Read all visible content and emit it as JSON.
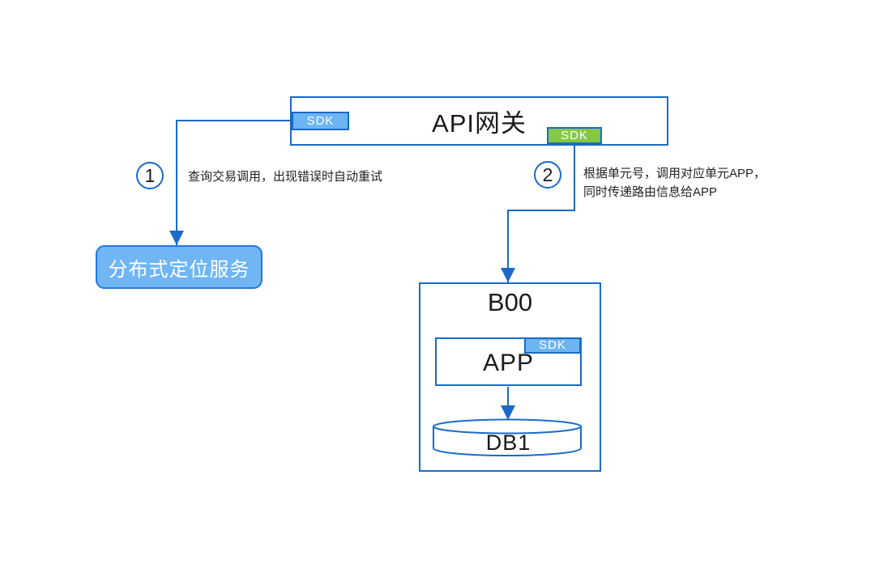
{
  "gateway": {
    "title": "API网关",
    "sdk_left": "SDK",
    "sdk_right": "SDK"
  },
  "steps": [
    {
      "number": "1",
      "text": "查询交易调用，出现错误时自动重试"
    },
    {
      "number": "2",
      "text": "根据单元号，调用对应单元APP，\n同时传递路由信息给APP"
    }
  ],
  "distributed_service": {
    "label": "分布式定位服务"
  },
  "unit": {
    "title": "B00",
    "app": {
      "label": "APP",
      "sdk": "SDK"
    },
    "db": {
      "label": "DB1"
    }
  },
  "colors": {
    "line_blue": "#1B6AC7",
    "tag_blue_fill": "#6CB5F2",
    "tag_green_fill": "#85C844",
    "service_fill": "#70B6F5",
    "service_border": "#2478DD",
    "text_dark": "#1A1A1A"
  }
}
